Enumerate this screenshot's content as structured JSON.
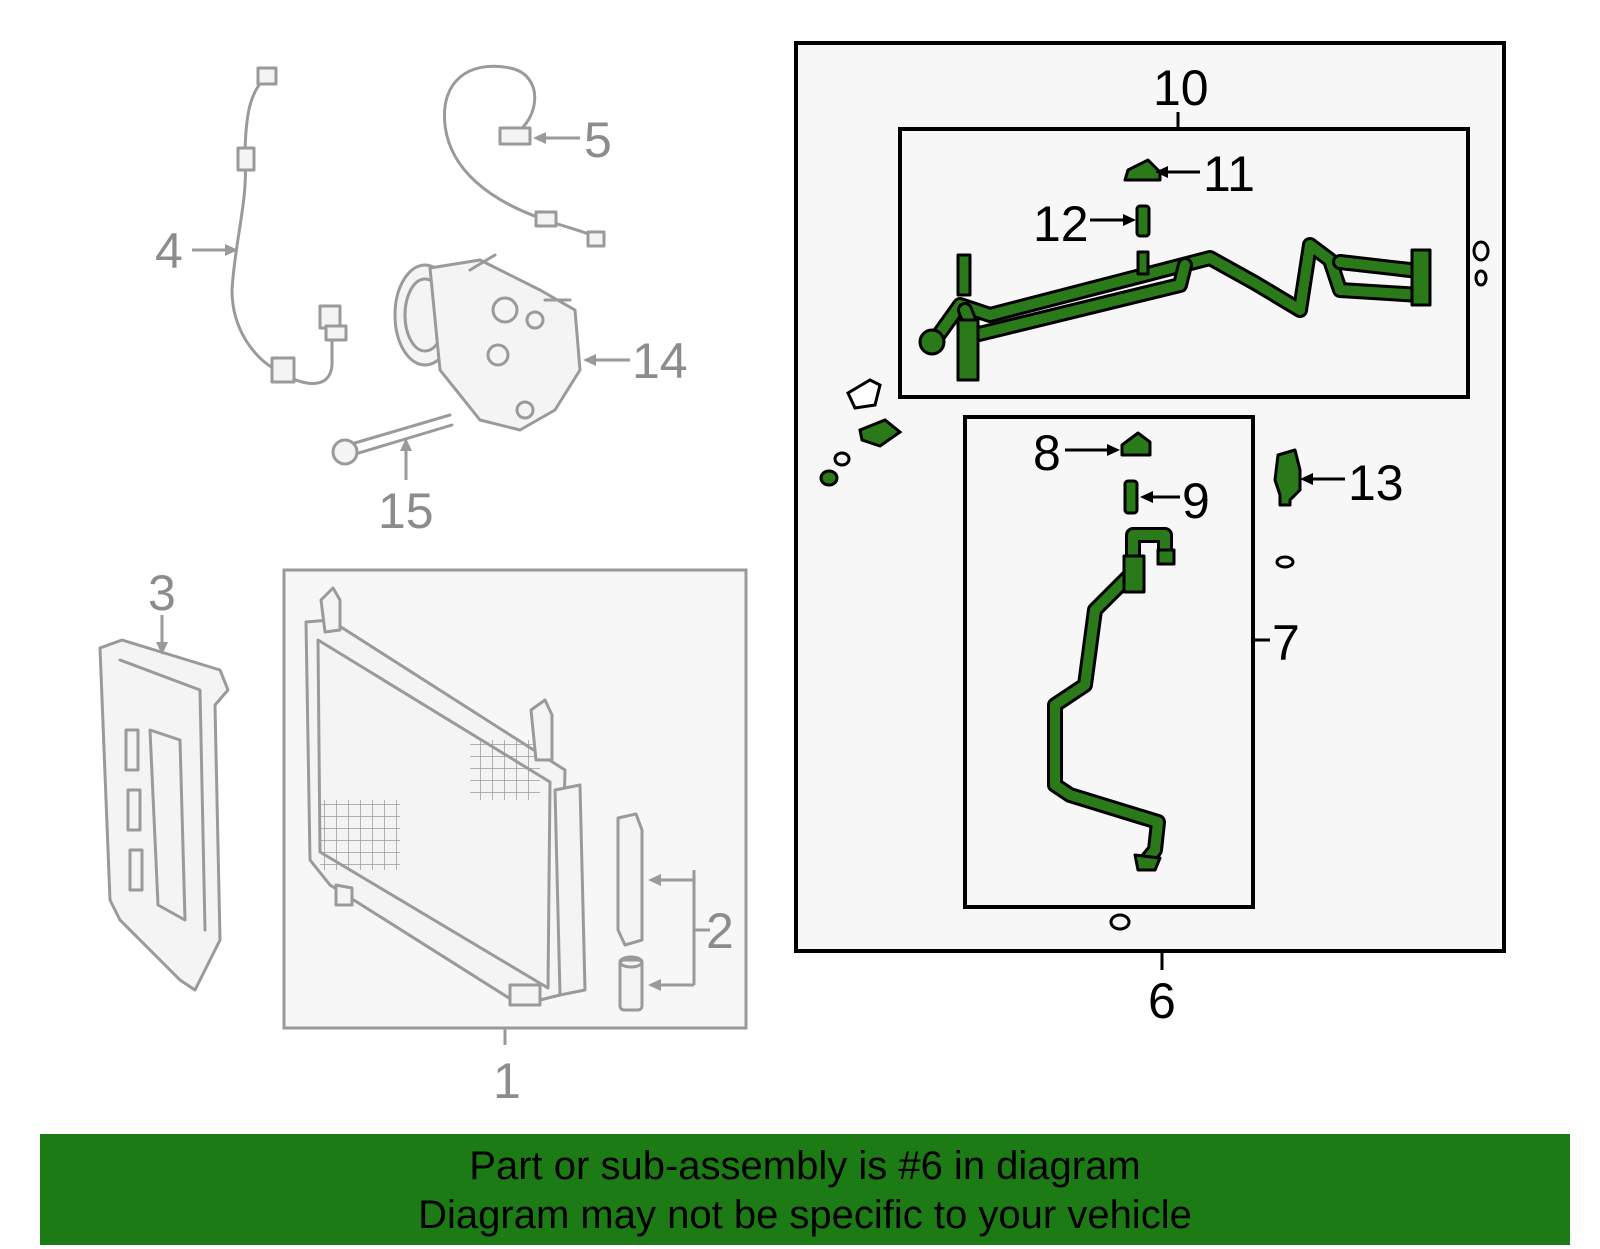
{
  "callouts": {
    "c1": "1",
    "c2": "2",
    "c3": "3",
    "c4": "4",
    "c5": "5",
    "c6": "6",
    "c7": "7",
    "c8": "8",
    "c9": "9",
    "c10": "10",
    "c11": "11",
    "c12": "12",
    "c13": "13",
    "c14": "14",
    "c15": "15"
  },
  "highlight_color": "#1c7b14",
  "footer": {
    "line1": "Part or sub-assembly is #6 in diagram",
    "line2": "Diagram may not be specific to your vehicle"
  }
}
